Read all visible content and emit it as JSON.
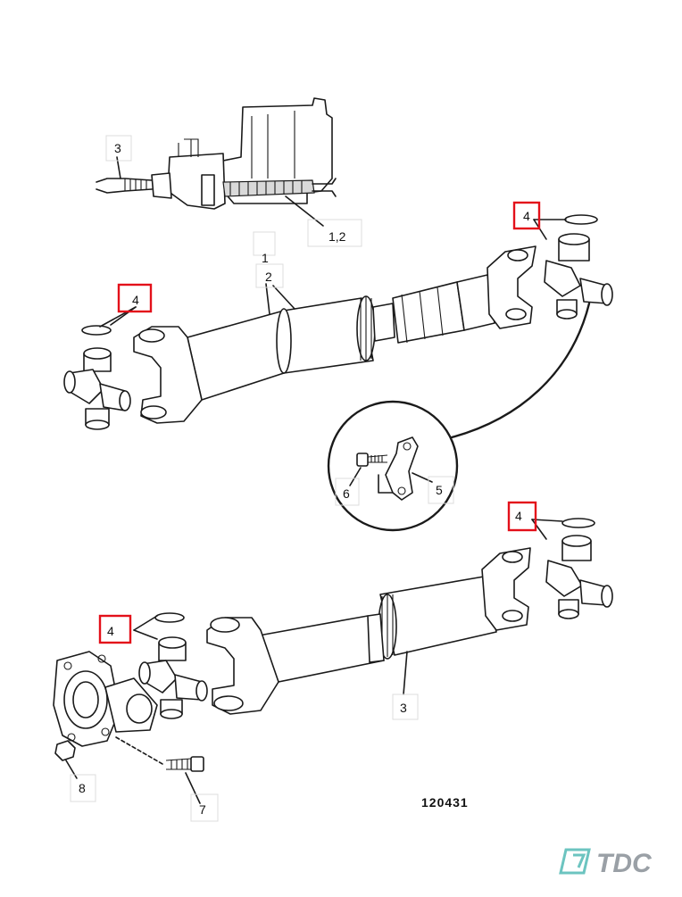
{
  "diagram": {
    "figure_number": "120431",
    "callouts": {
      "top_3": "3",
      "top_12": "1,2",
      "label_1": "1",
      "label_2": "2",
      "item_4_a": "4",
      "item_4_b": "4",
      "item_4_c": "4",
      "item_4_d": "4",
      "item_5": "5",
      "item_6": "6",
      "item_3": "3",
      "item_7": "7",
      "item_8": "8"
    }
  },
  "brand": {
    "name": "TDC",
    "logo_icon": "tdc-logo-icon",
    "color": "#9aa0a6",
    "accent": "#6cc4c0"
  },
  "highlight_color": "#e3101a"
}
